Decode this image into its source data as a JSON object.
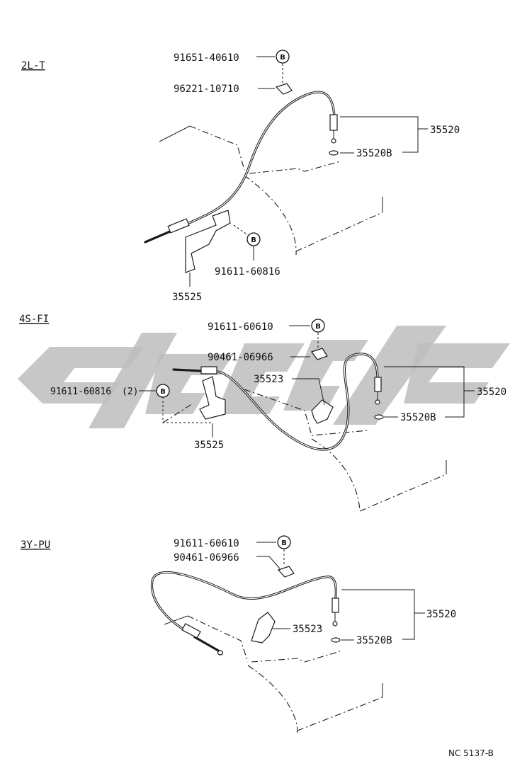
{
  "watermark": {
    "color": "#bdbdbd"
  },
  "section_2l": {
    "title": "2L-T",
    "label_bolt": "91651-40610",
    "label_clamp": "96221-10710",
    "label_cable": "35520",
    "label_clip": "35520B",
    "label_screw": "91611-60816",
    "label_bracket": "35525",
    "badge": "B"
  },
  "section_4s": {
    "title": "4S-FI",
    "label_bolt": "91611-60610",
    "label_clamp": "90461-06966",
    "label_screw": "91611-60816",
    "label_qty": "(2)",
    "label_bracket2": "35523",
    "label_cable": "35520",
    "label_clip": "35520B",
    "label_bracket": "35525",
    "badge": "B"
  },
  "section_3y": {
    "title": "3Y-PU",
    "label_bolt": "91611-60610",
    "label_clamp": "90461-06966",
    "label_bracket2": "35523",
    "label_cable": "35520",
    "label_clip": "35520B",
    "badge": "B"
  },
  "footer": {
    "code": "NC 5137-B"
  }
}
